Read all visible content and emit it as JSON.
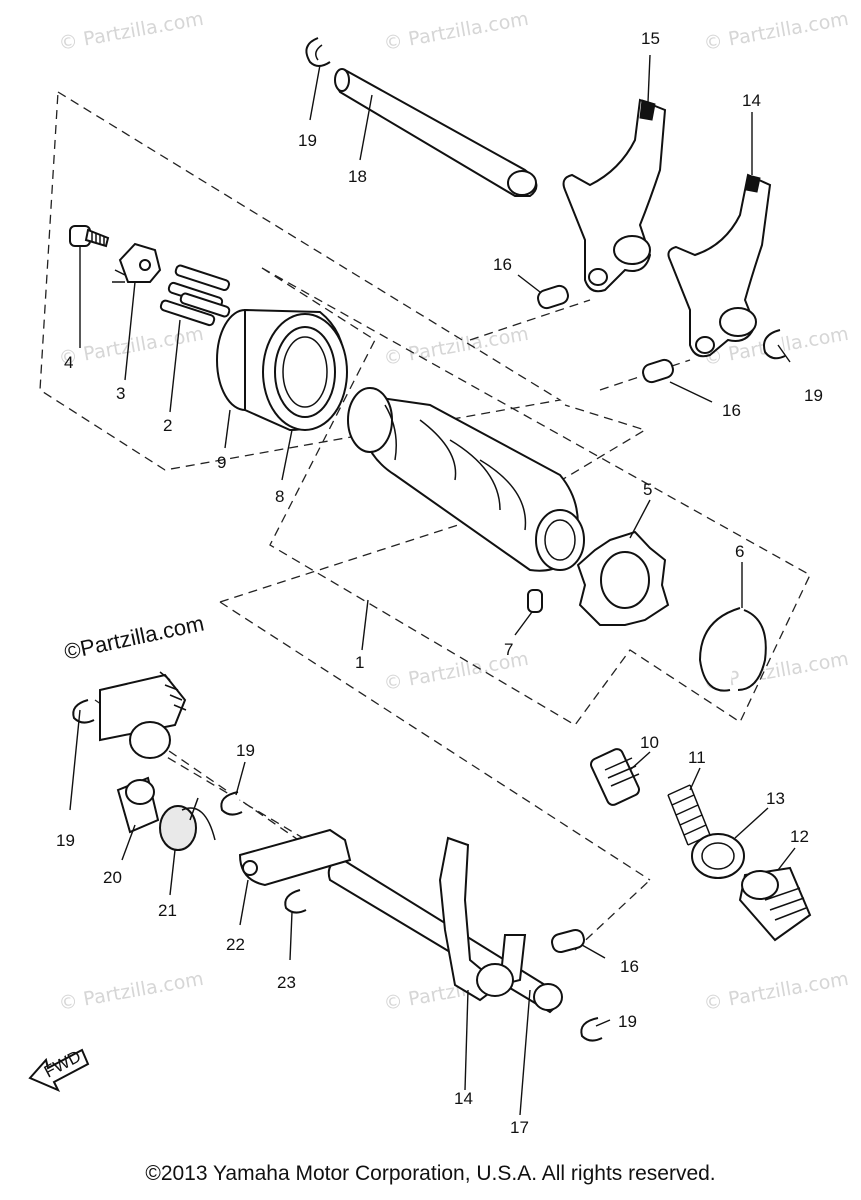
{
  "watermark": {
    "text": "© Partzilla.com"
  },
  "overlay_link": "©Partzilla.com",
  "direction_label": "FWD",
  "copyright": "©2013 Yamaha Motor Corporation, U.S.A. All rights reserved.",
  "callouts": [
    "1",
    "2",
    "3",
    "4",
    "5",
    "6",
    "7",
    "8",
    "9",
    "10",
    "11",
    "12",
    "13",
    "14",
    "14",
    "15",
    "16",
    "16",
    "16",
    "17",
    "18",
    "19",
    "19",
    "19",
    "19",
    "19",
    "20",
    "21",
    "22",
    "23"
  ]
}
